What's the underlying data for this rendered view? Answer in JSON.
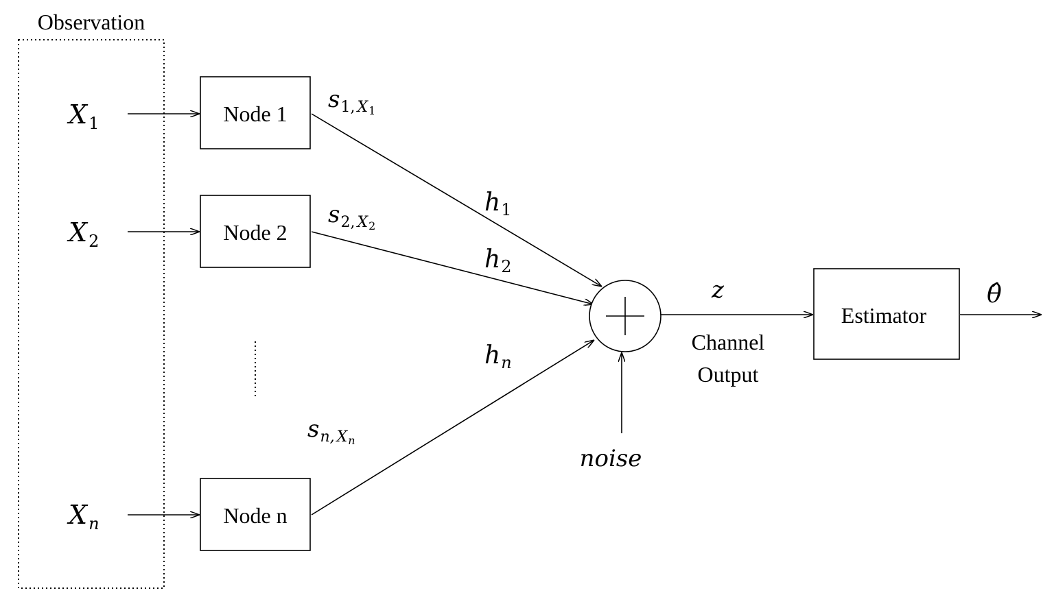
{
  "observation": {
    "title": "Observation"
  },
  "inputs": [
    {
      "name": "X",
      "sub": "1"
    },
    {
      "name": "X",
      "sub": "2"
    },
    {
      "name": "X",
      "sub": "n"
    }
  ],
  "nodes": [
    {
      "label": "Node 1"
    },
    {
      "label": "Node 2"
    },
    {
      "label": "Node n"
    }
  ],
  "signals": [
    {
      "name": "s",
      "sub1": "1,",
      "sub2": "X",
      "sub3": "1"
    },
    {
      "name": "s",
      "sub1": "2,",
      "sub2": "X",
      "sub3": "2"
    },
    {
      "name": "s",
      "sub1": "n,",
      "sub2": "X",
      "sub3": "n"
    }
  ],
  "gains": [
    {
      "name": "h",
      "sub": "1"
    },
    {
      "name": "h",
      "sub": "2"
    },
    {
      "name": "h",
      "sub": "n"
    }
  ],
  "adder": {
    "symbol": "+"
  },
  "noise": {
    "label": "noise"
  },
  "channel": {
    "var": "z",
    "label_line1": "Channel",
    "label_line2": "Output"
  },
  "estimator": {
    "label": "Estimator",
    "output": "θ̂"
  }
}
